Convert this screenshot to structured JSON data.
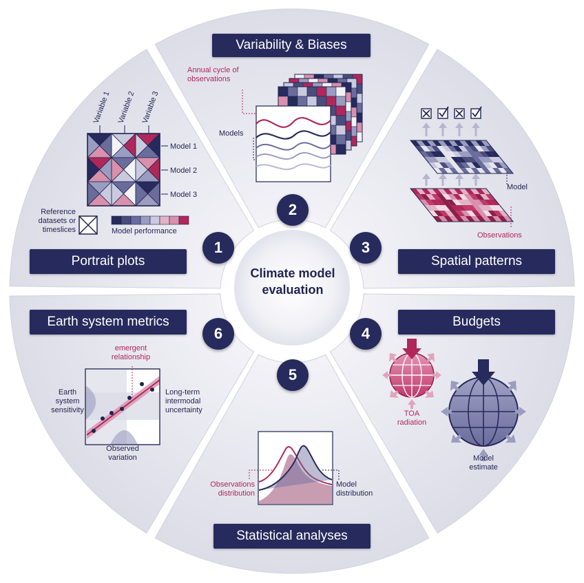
{
  "center": {
    "title": "Climate model evaluation"
  },
  "segments": [
    {
      "number": "1",
      "title": "Portrait plots"
    },
    {
      "number": "2",
      "title": "Variability & Biases"
    },
    {
      "number": "3",
      "title": "Spatial patterns"
    },
    {
      "number": "4",
      "title": "Budgets"
    },
    {
      "number": "5",
      "title": "Statistical analyses"
    },
    {
      "number": "6",
      "title": "Earth system metrics"
    }
  ],
  "portrait": {
    "variables": [
      "Variable 1",
      "Variable 2",
      "Variable 3"
    ],
    "models": [
      "Model 1",
      "Model 2",
      "Model 3"
    ],
    "reference_label": "Reference datasets or timeslices",
    "performance_label": "Model performance"
  },
  "variability": {
    "annual_cycle_label": "Annual cycle of observations",
    "models_label": "Models"
  },
  "spatial": {
    "model_label": "Model",
    "observations_label": "Observations"
  },
  "budgets": {
    "toa_label": "TOA radiation",
    "model_estimate_label": "Model estimate"
  },
  "statistical": {
    "observations_label": "Observations distribution",
    "model_label": "Model distribution"
  },
  "earth_system": {
    "emergent_label": "emergent relationship",
    "sensitivity_label": "Earth system sensitivity",
    "uncertainty_label": "Long-term intermodal uncertainty",
    "variation_label": "Observed variation"
  },
  "colors": {
    "navy": "#262a5c",
    "crimson": "#b0275a",
    "pink": "#d890ab",
    "lavender": "#9a9cc0",
    "panel": "#e6e6ee"
  }
}
